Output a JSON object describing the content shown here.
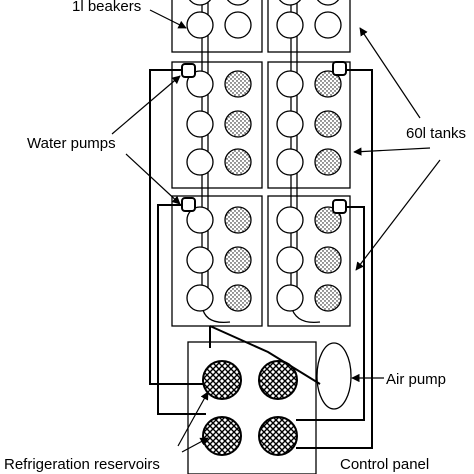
{
  "labels": {
    "beakers": "1l beakers",
    "tanks": "60l tanks",
    "water_pumps": "Water pumps",
    "air_pump": "Air pump",
    "refrigeration_reservoirs": "Refrigeration reservoirs",
    "control_panel": "Control panel"
  },
  "colors": {
    "stroke": "#000000",
    "background": "#ffffff",
    "stipple": "#000000"
  }
}
